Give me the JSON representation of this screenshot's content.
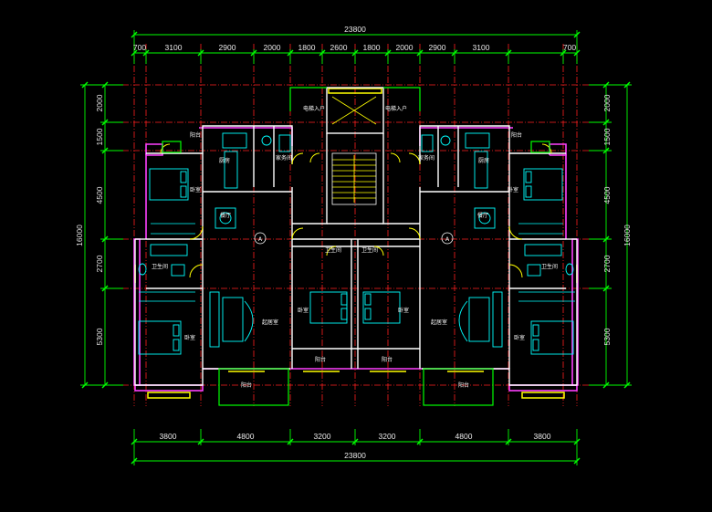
{
  "plan": {
    "overall_width": "23800",
    "overall_depth": "16000",
    "top_dims": [
      "700",
      "3100",
      "2900",
      "2000",
      "1800",
      "2600",
      "1800",
      "2000",
      "2900",
      "3100",
      "700"
    ],
    "bottom_dims": [
      "3800",
      "4800",
      "3200",
      "3200",
      "4800",
      "3800"
    ],
    "left_dims": [
      "2000",
      "1500",
      "4500",
      "2700",
      "5300"
    ],
    "right_dims": [
      "2000",
      "1500",
      "4500",
      "2700",
      "5300"
    ],
    "rooms": {
      "elevator_lobby_left": "电梯入户",
      "elevator_lobby_right": "电梯入户",
      "kitchen_left": "厨房",
      "kitchen_right": "厨房",
      "utility_left": "家务间",
      "utility_right": "家务间",
      "balcony_small_left": "阳台",
      "balcony_small_right": "阳台",
      "bedroom_nw_left": "卧室",
      "bedroom_nw_right": "卧室",
      "dining_left": "餐厅",
      "dining_right": "餐厅",
      "bathroom_left": "卫生间",
      "bathroom_right": "卫生间",
      "living_left": "起居室",
      "living_right": "起居室",
      "bedroom_sw_left": "卧室",
      "bedroom_sw_right": "卧室",
      "bedroom_c_left": "卧室",
      "bedroom_c_right": "卧室",
      "balcony_b_left": "阳台",
      "balcony_b_right": "阳台",
      "balcony_c_left": "阳台",
      "balcony_c_right": "阳台",
      "wc_c_left": "卫生间",
      "wc_c_right": "卫生间"
    },
    "unit_marks": [
      "A",
      "A"
    ],
    "colors": {
      "background": "#000000",
      "axis": "#ff2020",
      "dimension": "#00ff00",
      "wall": "#ffffff",
      "balcony": "#ff40ff",
      "fixture": "#00ffff",
      "window": "#ffff00"
    }
  }
}
